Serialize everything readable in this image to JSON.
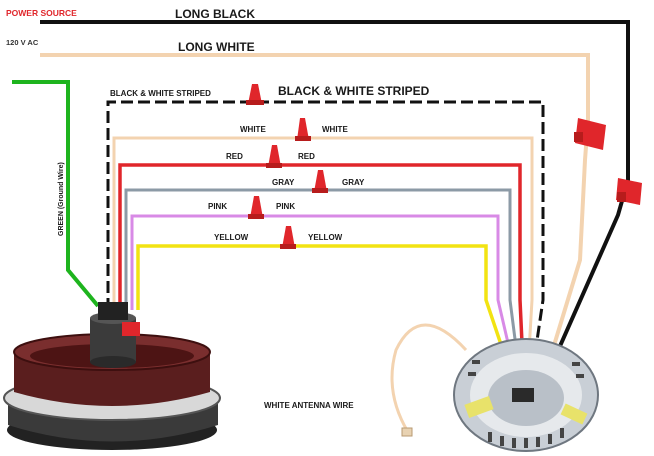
{
  "colors": {
    "black": "#111111",
    "white_wire": "#f3d3b0",
    "red": "#e0262b",
    "gray": "#8c9aa6",
    "pink": "#d88ae6",
    "yellow": "#f2e312",
    "green": "#1eb41e",
    "connector": "#e0262b",
    "canopy": "#5a1e1e"
  },
  "labels": {
    "power_source": "POWER SOURCE",
    "voltage": "120 V AC",
    "long_black": "LONG BLACK",
    "long_white": "LONG WHITE",
    "black_white_striped_left": "BLACK & WHITE STRIPED",
    "black_white_striped_right": "BLACK & WHITE STRIPED",
    "white_left": "WHITE",
    "white_right": "WHITE",
    "red_left": "RED",
    "red_right": "RED",
    "gray_left": "GRAY",
    "gray_right": "GRAY",
    "pink_left": "PINK",
    "pink_right": "PINK",
    "yellow_left": "YELLOW",
    "yellow_right": "YELLOW",
    "green_ground": "GREEN (Ground Wire)",
    "white_antenna": "WHITE ANTENNA WIRE"
  },
  "icons": {
    "wire_nut": "wire-nut-icon",
    "fan_motor": "fan-motor-icon",
    "receiver": "receiver-icon"
  }
}
